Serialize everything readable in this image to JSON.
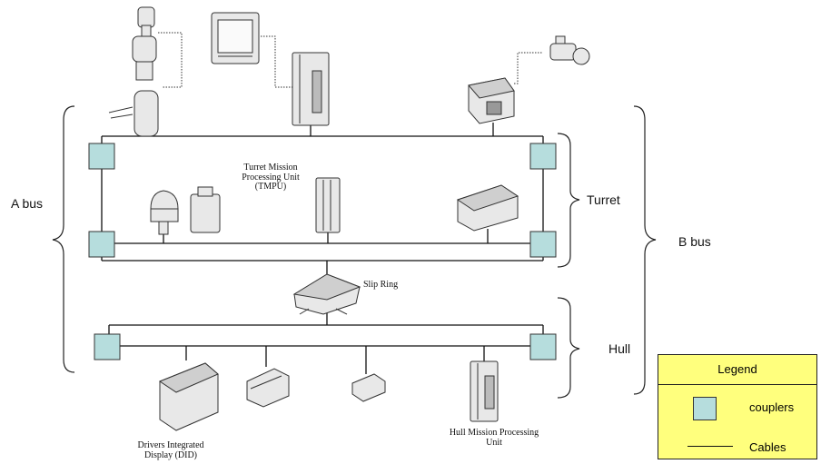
{
  "labels": {
    "a_bus": "A bus",
    "b_bus": "B bus",
    "turret": "Turret",
    "hull": "Hull",
    "tmpu": "Turret Mission Processing Unit (TMPU)",
    "slip_ring": "Slip Ring",
    "did": "Drivers Integrated Display (DID)",
    "hmpu": "Hull Mission Processing Unit"
  },
  "legend": {
    "title": "Legend",
    "couplers": "couplers",
    "cables": "Cables"
  },
  "colors": {
    "coupler_fill": "#b6dddd",
    "legend_bg": "#ffff7d",
    "line": "#111111"
  },
  "icons": [
    "sight-unit-icon",
    "display-panel-icon",
    "hand-controller-icon",
    "processing-unit-icon",
    "camera-icon",
    "sensor-box-icon",
    "dome-sensor-icon",
    "ammo-box-icon",
    "tmpu-unit-icon",
    "electronics-box-icon",
    "slip-ring-icon",
    "did-unit-icon",
    "power-unit-icon",
    "junction-box-icon",
    "hmpu-unit-icon"
  ]
}
